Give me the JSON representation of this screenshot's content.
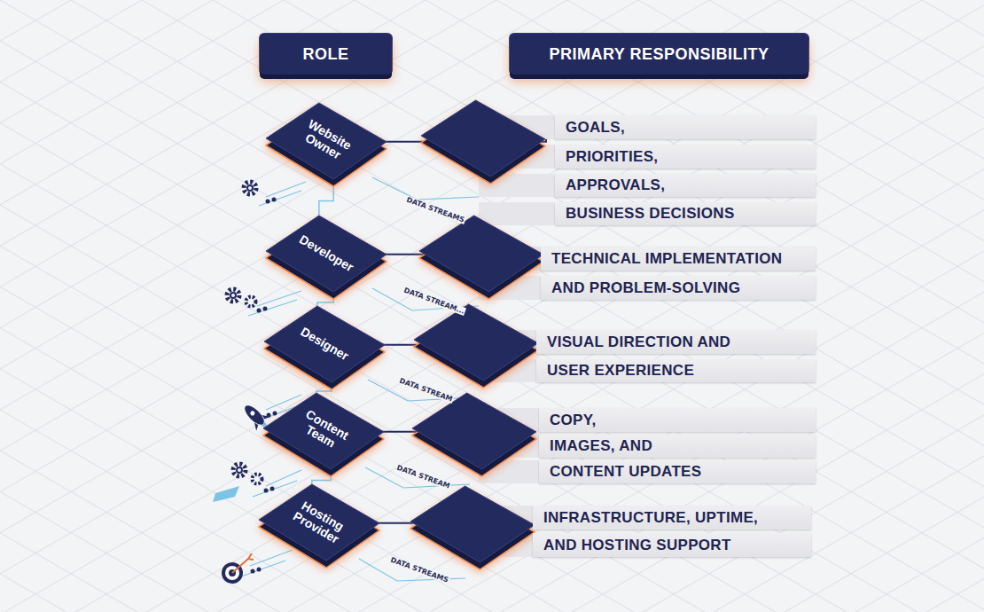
{
  "diagram": {
    "nodes": [
      {
        "text": [
          "ROLE"
        ]
      },
      {
        "text": [
          "PRIMARY RESPONSIBILITY"
        ]
      },
      {
        "text": [
          "Website Owner"
        ]
      },
      {
        "text": [
          "GOALS,"
        ]
      },
      {
        "text": [
          "PRIORITIES,"
        ]
      },
      {
        "text": [
          "APPROVALS,"
        ]
      },
      {
        "text": [
          "BUSINESS DECISIONS"
        ]
      },
      {
        "text": [
          "Developer"
        ]
      },
      {
        "text": [
          "TECHNICAL IMPLEMENTATION"
        ]
      },
      {
        "text": [
          "AND PROBLEM-SOLVING"
        ]
      },
      {
        "text": [
          "Designer"
        ]
      },
      {
        "text": [
          "VISUAL DIRECTION AND"
        ]
      },
      {
        "text": [
          "USER EXPERIENCE"
        ]
      },
      {
        "text": [
          "Content Team"
        ]
      },
      {
        "text": [
          "COPY,"
        ]
      },
      {
        "text": [
          "IMAGES, AND"
        ]
      },
      {
        "text": [
          "CONTENT UPDATES"
        ]
      },
      {
        "text": [
          "Hosting Provider"
        ]
      },
      {
        "text": [
          "INFRASTRUCTURE, UPTIME,"
        ]
      },
      {
        "text": [
          "AND HOSTING SUPPORT"
        ]
      }
    ],
    "edges": [
      {
        "from": 2,
        "to": 3,
        "arrow": "none"
      },
      {
        "from": 7,
        "to": 8,
        "arrow": "none"
      },
      {
        "from": 10,
        "to": 11,
        "arrow": "none"
      },
      {
        "from": 13,
        "to": 14,
        "arrow": "none"
      },
      {
        "from": 17,
        "to": 18,
        "arrow": "none"
      },
      {
        "from": 2,
        "to": 7,
        "arrow": "none"
      },
      {
        "from": 7,
        "to": 10,
        "arrow": "none"
      },
      {
        "from": 10,
        "to": 13,
        "arrow": "none"
      },
      {
        "from": 13,
        "to": 17,
        "arrow": "none"
      }
    ],
    "labels": [
      "DATA STREAMS",
      "DATA STREAM...",
      "DATA STREAM",
      "DATA STREAM",
      "DATA STREAMS"
    ]
  }
}
